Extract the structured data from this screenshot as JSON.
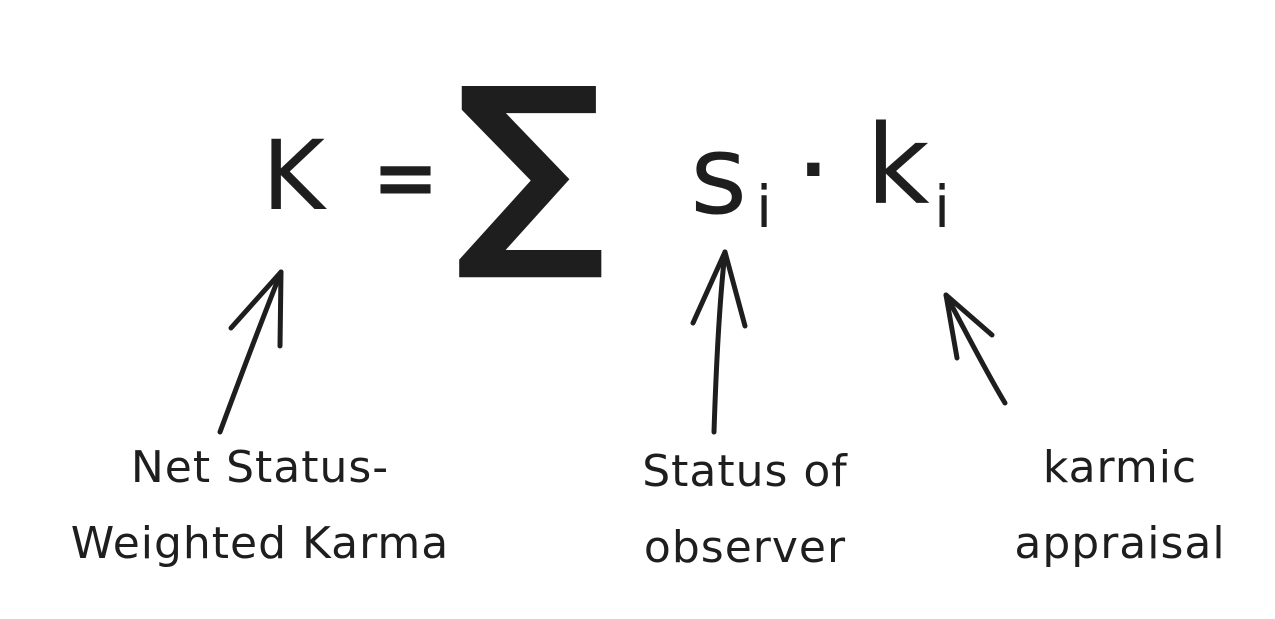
{
  "formula": {
    "lhs": "K",
    "equals": "=",
    "sum_symbol": "∑",
    "term1": "s",
    "term1_sub": "i",
    "dot": "·",
    "term2": "k",
    "term2_sub": "i"
  },
  "annotations": [
    {
      "lines": [
        "Net Status-",
        "Weighted Karma"
      ],
      "points_to": "K"
    },
    {
      "lines": [
        "Status of",
        "observer"
      ],
      "points_to": "s_i"
    },
    {
      "lines": [
        "karmic",
        "appraisal"
      ],
      "points_to": "k_i"
    }
  ],
  "colors": {
    "ink": "#1e1e1e",
    "background": "#ffffff"
  }
}
